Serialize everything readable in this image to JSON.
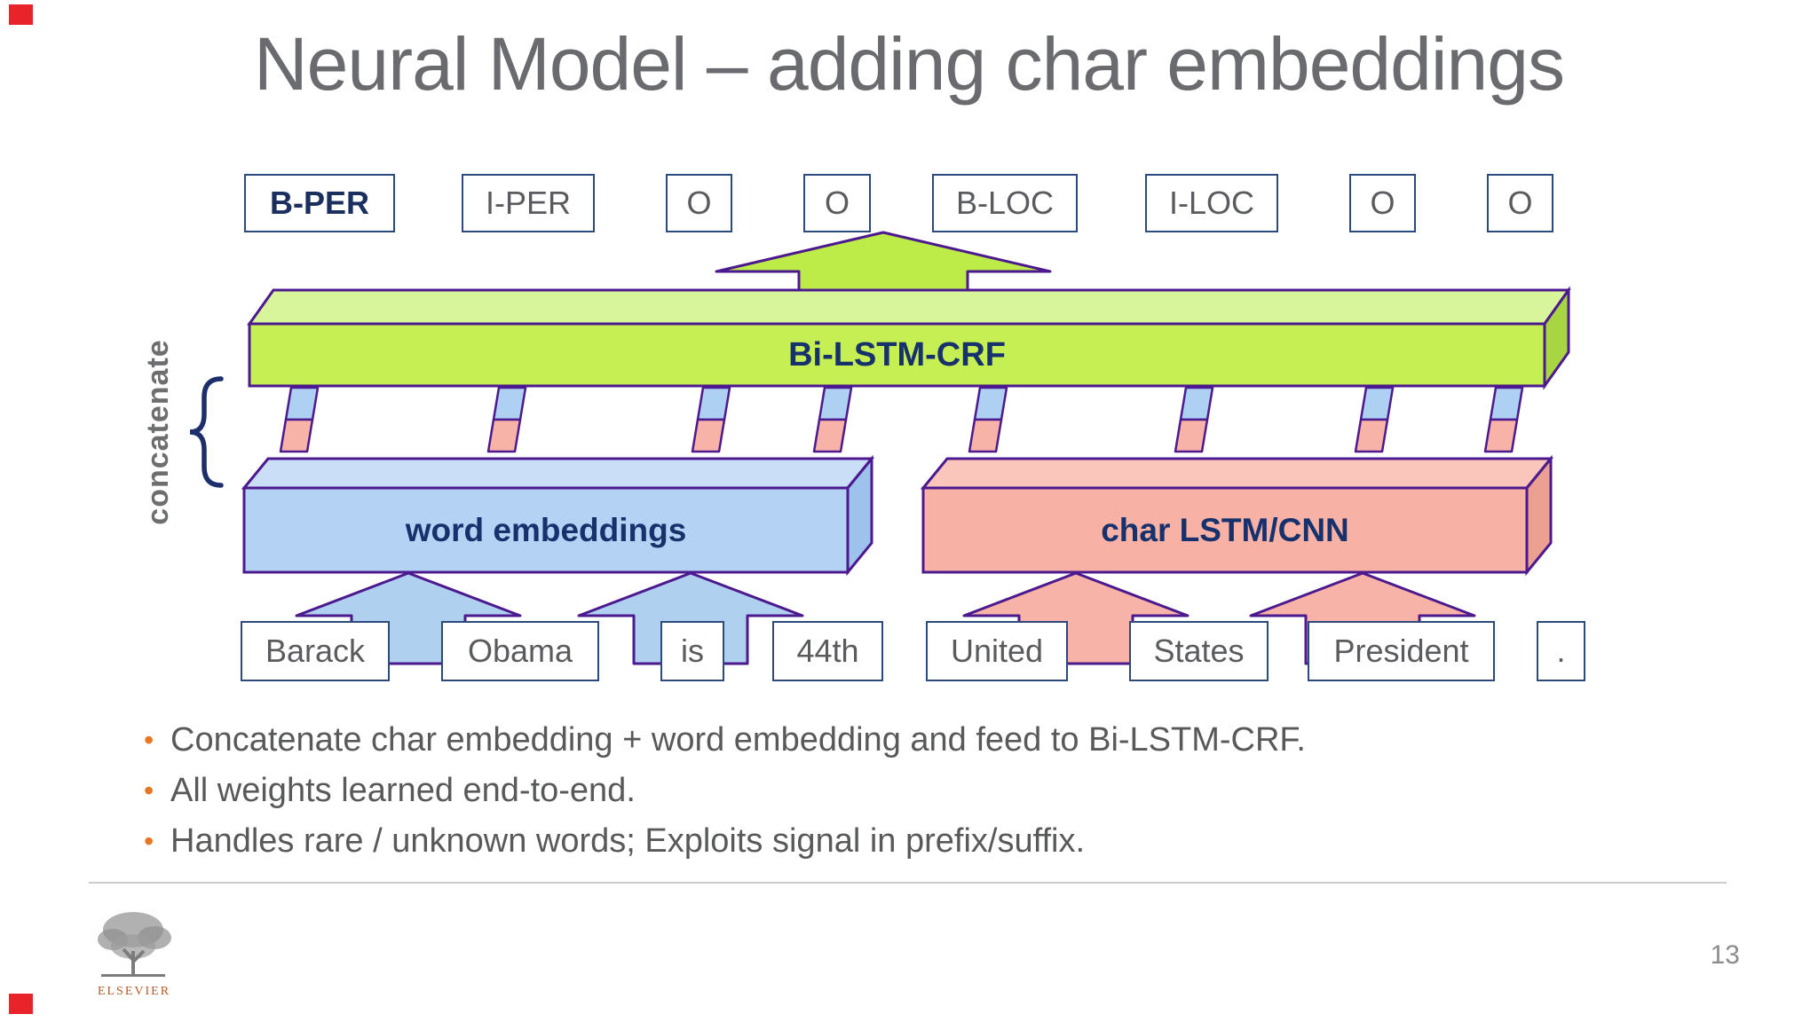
{
  "slide": {
    "title": "Neural Model – adding char embeddings"
  },
  "diagram": {
    "concatenate_label": "concatenate",
    "tag_boxes": [
      {
        "label": "B-PER",
        "highlight": true
      },
      {
        "label": "I-PER",
        "highlight": false
      },
      {
        "label": "O",
        "highlight": false
      },
      {
        "label": "O",
        "highlight": false
      },
      {
        "label": "B-LOC",
        "highlight": false
      },
      {
        "label": "I-LOC",
        "highlight": false
      },
      {
        "label": "O",
        "highlight": false
      },
      {
        "label": "O",
        "highlight": false
      }
    ],
    "bars": {
      "bilstm": "Bi-LSTM-CRF",
      "word_embeddings": "word embeddings",
      "char_lstm": "char LSTM/CNN"
    },
    "word_boxes": [
      "Barack",
      "Obama",
      "is",
      "44th",
      "United",
      "States",
      "President",
      "."
    ]
  },
  "bullets": [
    "Concatenate char embedding + word embedding and feed to Bi-LSTM-CRF.",
    "All weights learned end-to-end.",
    "Handles rare / unknown words; Exploits signal in prefix/suffix."
  ],
  "footer": {
    "logo_text": "ELSEVIER",
    "page_number": "13"
  },
  "colors": {
    "green_front": "#c5ef52",
    "green_top": "#d9f59b",
    "green_side": "#a8d542",
    "blue_front": "#b4d2f4",
    "blue_top": "#cadef8",
    "blue_side": "#9dc2ec",
    "pink_front": "#f7b1a5",
    "pink_top": "#fac6bb",
    "pink_side": "#eba092",
    "purple_outline": "#4c1a8e",
    "navy_text": "#17316d",
    "box_border": "#2d4a7c",
    "body_text_gray": "#595b5e",
    "title_gray": "#6a6b6e",
    "bullet_orange": "#e87722",
    "red_mark": "#e8232a"
  }
}
